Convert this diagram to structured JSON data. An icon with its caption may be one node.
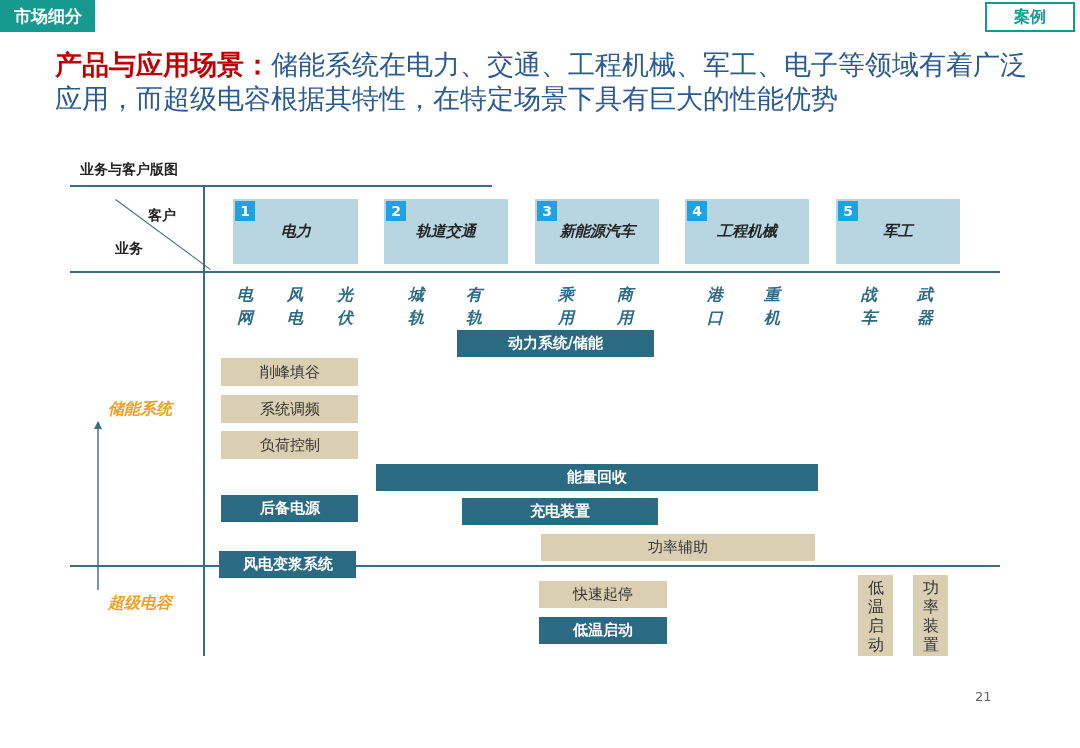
{
  "diagram": {
    "title": "**产品与应用场景：**储能系统在电力、交通、工程机械、军工、电子等领域有着广泛应用，而超级电容根据其特性，在特定场景下具有巨大的性能优势",
    "nodes": [
      {
        "text": [
          "市场细分"
        ]
      },
      {
        "text": [
          "案例"
        ]
      },
      {
        "text": [
          "1",
          "电力"
        ]
      },
      {
        "text": [
          "2",
          "轨道交通"
        ]
      },
      {
        "text": [
          "3",
          "新能源汽车"
        ]
      },
      {
        "text": [
          "4",
          "工程机械"
        ]
      },
      {
        "text": [
          "5",
          "军工"
        ]
      },
      {
        "text": [
          "动力系统/储能"
        ]
      },
      {
        "text": [
          "削峰填谷"
        ]
      },
      {
        "text": [
          "系统调频"
        ]
      },
      {
        "text": [
          "负荷控制"
        ]
      },
      {
        "text": [
          "能量回收"
        ]
      },
      {
        "text": [
          "后备电源"
        ]
      },
      {
        "text": [
          "充电装置"
        ]
      },
      {
        "text": [
          "功率辅助"
        ]
      },
      {
        "text": [
          "风电变浆系统"
        ]
      },
      {
        "text": [
          "快速起停"
        ]
      },
      {
        "text": [
          "低温启动"
        ]
      },
      {
        "text": [
          "低温启动"
        ]
      },
      {
        "text": [
          "功率装置"
        ]
      },
      {
        "text": [
          "储能系统"
        ]
      },
      {
        "text": [
          "超级电容"
        ]
      }
    ],
    "edges": [
      {
        "from": 21,
        "to": 20,
        "arrow": "to"
      }
    ],
    "labels": [
      "业务与客户版图",
      "客户",
      "业务",
      "电网",
      "风电",
      "光伏",
      "城轨",
      "有轨",
      "乘用",
      "商用",
      "港口",
      "重机",
      "战车",
      "武器",
      "21"
    ]
  }
}
